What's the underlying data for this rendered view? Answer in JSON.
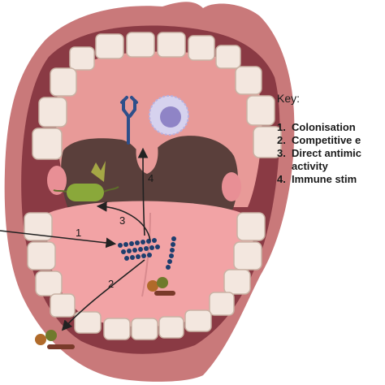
{
  "step_labels": [
    "1",
    "2",
    "3",
    "4"
  ],
  "key": {
    "title": "Key:",
    "items": [
      {
        "number": "1.",
        "text": "Colonisation"
      },
      {
        "number": "2.",
        "text": "Competitive e"
      },
      {
        "number": "3.",
        "text": "Direct antimic\nactivity"
      },
      {
        "number": "4.",
        "text": "Immune stim"
      }
    ]
  },
  "colors": {
    "lips": "#c9797a",
    "mouth_interior": "#8a3a44",
    "palate": "#e89a98",
    "tongue": "#f2a3a5",
    "throat": "#5a3f3b",
    "teeth": "#f3e7df",
    "tooth_outline": "#c9b3a5",
    "arrow": "#222222",
    "chain_bacteria": "#1e3e6e",
    "immune_cell": "#d6d2ee",
    "immune_nucleus": "#8f84c6",
    "antibody": "#2e4f8a",
    "pathogen": "#8aa83a",
    "bacteria_brown": "#b06a2a",
    "bacteria_olive": "#6f7a2c",
    "bacteria_rod": "#7a3a2a"
  }
}
